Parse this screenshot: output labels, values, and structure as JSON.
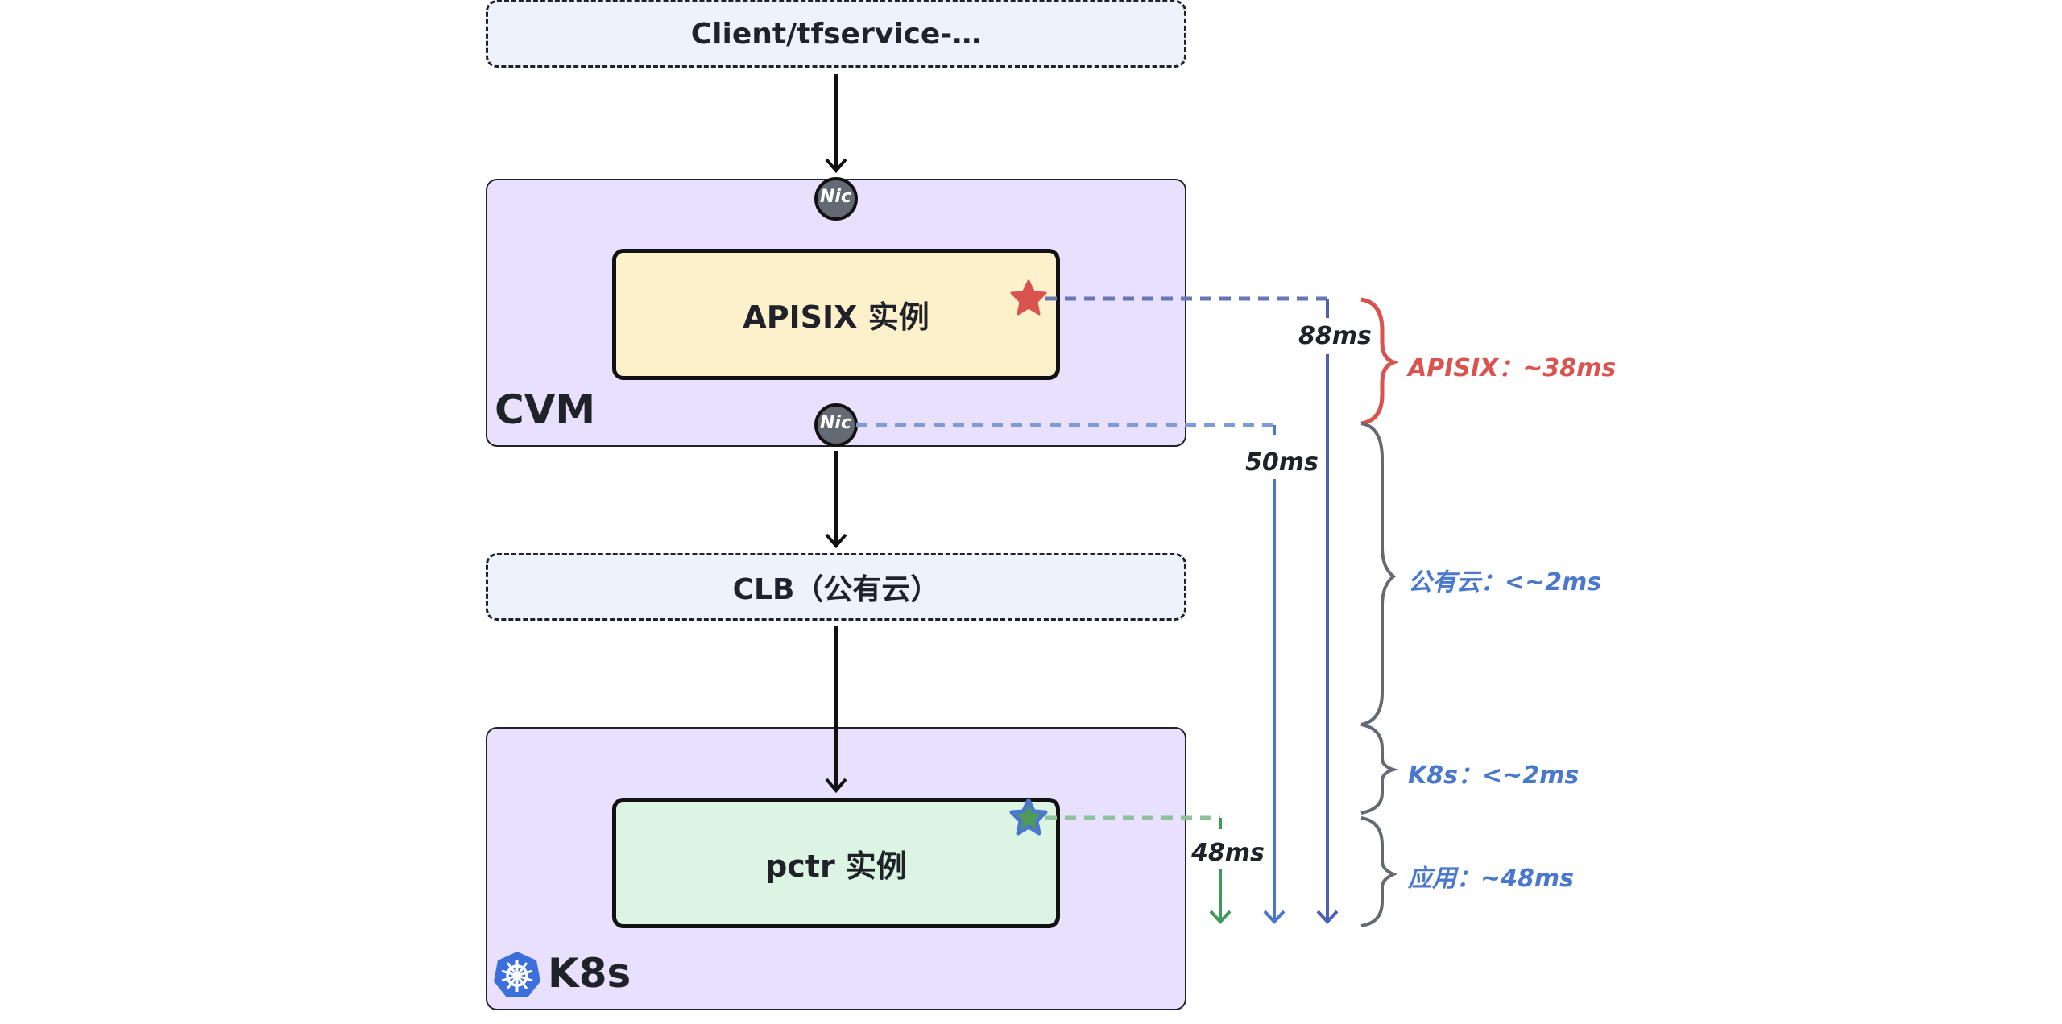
{
  "nodes": {
    "client": "Client/tfservice-…",
    "cvm_label": "CVM",
    "apisix": "APISIX 实例",
    "nic_top": "Nic",
    "nic_bottom": "Nic",
    "clb": "CLB（公有云）",
    "k8s_label": "K8s",
    "pctr": "pctr 实例"
  },
  "measurements": [
    {
      "label": "88ms",
      "color": "#4c62b0"
    },
    {
      "label": "50ms",
      "color": "#4a78cc"
    },
    {
      "label": "48ms",
      "color": "#3f9a5a"
    }
  ],
  "breakdown": [
    {
      "label": "APISIX：~38ms",
      "color": "#d9534f"
    },
    {
      "label": "公有云：<~2ms",
      "color": "#4a78cc"
    },
    {
      "label": "K8s：<~2ms",
      "color": "#4a78cc"
    },
    {
      "label": "应用：~48ms",
      "color": "#4a78cc"
    }
  ],
  "colors": {
    "brace_red": "#d9534f",
    "brace_gray": "#646a73",
    "star_red": "#d9534f",
    "star_green": "#4f9a5a",
    "star_outline": "#4a78cc",
    "nic_fill": "#646a73"
  }
}
